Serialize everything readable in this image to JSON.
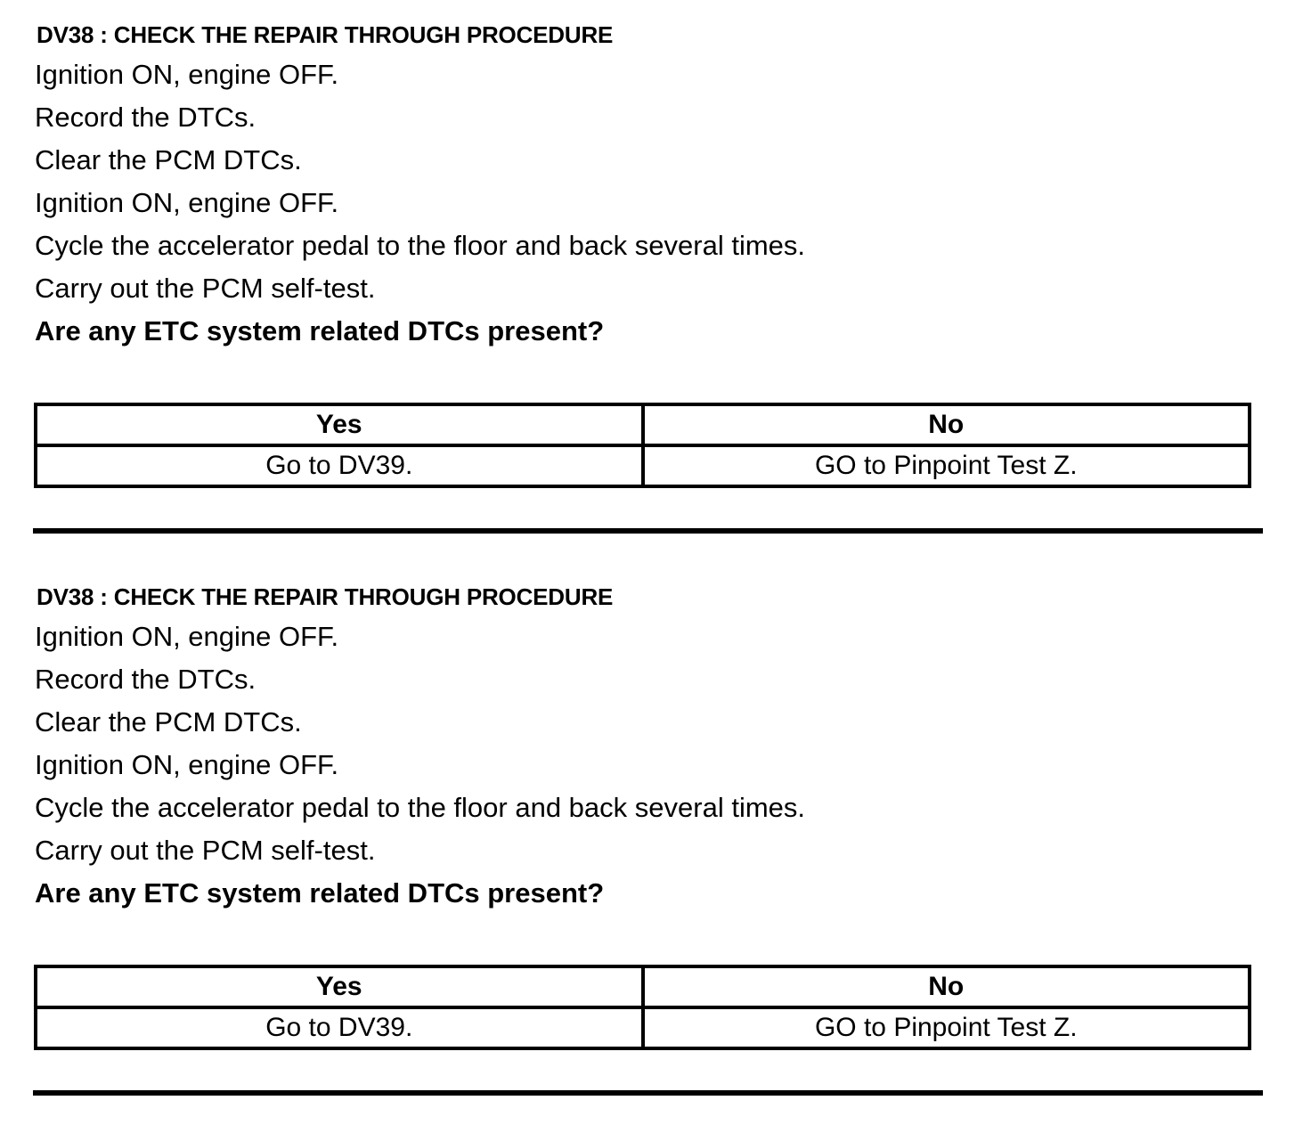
{
  "colors": {
    "background": "#ffffff",
    "text": "#000000",
    "table_border": "#000000"
  },
  "sections": [
    {
      "heading": "DV38 : CHECK THE REPAIR THROUGH PROCEDURE",
      "steps": [
        "Ignition ON, engine OFF.",
        "Record the DTCs.",
        "Clear the PCM DTCs.",
        "Ignition ON, engine OFF.",
        "Cycle the accelerator pedal to the floor and back several times.",
        "Carry out the PCM self-test."
      ],
      "question": "Are any ETC system related DTCs present?",
      "table": {
        "headers": [
          "Yes",
          "No"
        ],
        "rows": [
          [
            "Go to DV39.",
            "GO to Pinpoint Test Z."
          ]
        ]
      }
    },
    {
      "heading": "DV38 : CHECK THE REPAIR THROUGH PROCEDURE",
      "steps": [
        "Ignition ON, engine OFF.",
        "Record the DTCs.",
        "Clear the PCM DTCs.",
        "Ignition ON, engine OFF.",
        "Cycle the accelerator pedal to the floor and back several times.",
        "Carry out the PCM self-test."
      ],
      "question": "Are any ETC system related DTCs present?",
      "table": {
        "headers": [
          "Yes",
          "No"
        ],
        "rows": [
          [
            "Go to DV39.",
            "GO to Pinpoint Test Z."
          ]
        ]
      }
    }
  ]
}
